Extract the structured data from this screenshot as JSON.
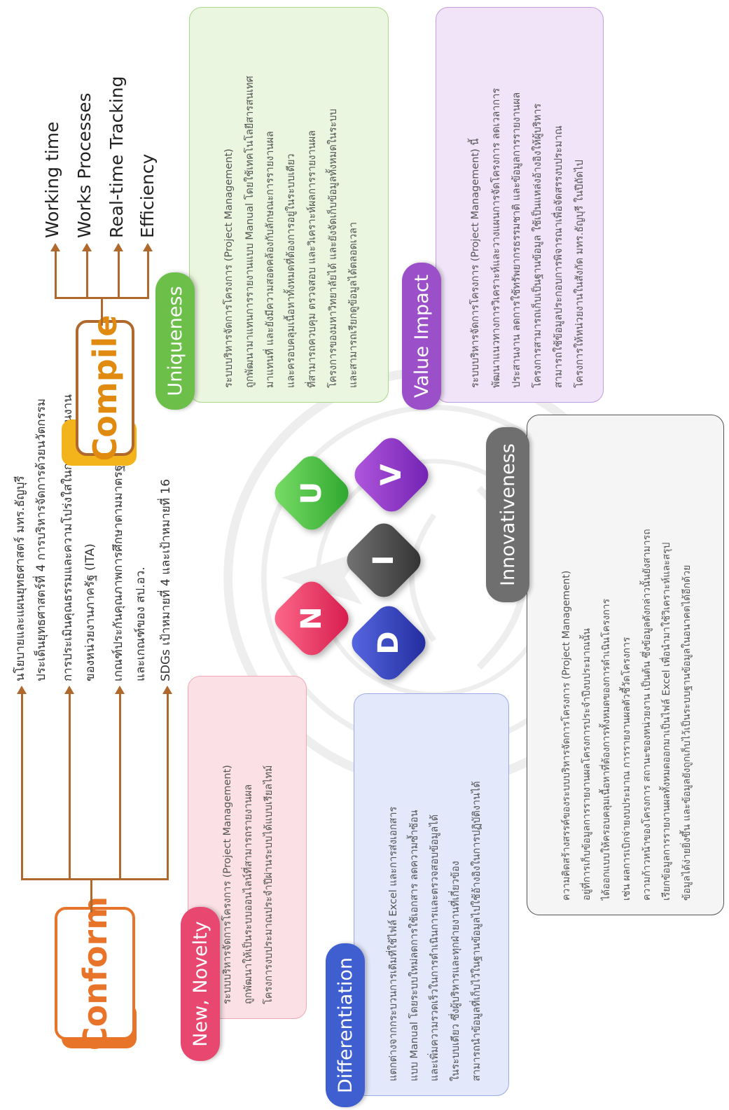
{
  "conform": {
    "title": "Conform",
    "items": [
      "นโยบายและแผนยุทธศาสตร์ มทร.ธัญบุรี",
      "ประเด็นยุทธศาสตร์ที่ 4 การบริหารจัดการด้วยนวัตกรรม",
      "การประเมินคุณธรรมและความโปร่งใสในการดำเนินงาน",
      "ของหน่วยงานภาครัฐ (ITA)",
      "เกณฑ์ประกันคุณภาพการศึกษาตามมาตรฐาน EdPEx",
      "และเกณฑ์ของ สป.อว.",
      "SDGs เป้าหมายที่ 4 และเป้าหมายที่ 16"
    ]
  },
  "compile": {
    "title": "Compile",
    "items": [
      "Working time",
      "Works Processes",
      "Real-time Tracking",
      "Efficiency"
    ]
  },
  "uniqueness": {
    "label": "Uniqueness",
    "lines": [
      "ระบบบริหารจัดการโครงการ (Project Management)",
      "ถูกพัฒนามาแทนการรายงานแบบ Manual โดยใช้เทคโนโลยีสารสนเทศ",
      "มาแทนที่ และยังมีความสอดคล้องกับลักษณะการรายงานผล",
      "และครอบคลุมเนื้อหาทั้งหมดที่ต้องการอยู่ในระบบเดียว",
      "ที่สามารถควบคุม ตรวจสอบ และวิเคราะห์ผลการรายงานผล",
      "โครงการของมหาวิทยาลัยได้ และยังจัดเก็บข้อมูลทั้งหมดในระบบ",
      "และสามารถเรียกดูข้อมูลได้ตลอดเวลา"
    ]
  },
  "value_impact": {
    "label": "Value Impact",
    "lines": [
      "ระบบบริหารจัดการโครงการ (Project Management) นี้",
      "พัฒนาแนวทางการวิเคราะห์และวางแผนการจัดโครงการ ลดเวลาการ",
      "ประสานงาน ลดการใช้ทรัพยากรธรรมชาติ และข้อมูลการรายงานผล",
      "โครงการสามารถเก็บเป็นฐานข้อมูล ใช้เป็นแหล่งอ้างอิงให้ผู้บริหาร",
      "สามารถใช้ข้อมูลประกอบการพิจารณาเพื่อจัดสรรงบประมาณ",
      "โครงการให้หน่วยงานในสังกัด มทร.ธัญบุรี ในปีถัดไป"
    ]
  },
  "novelty": {
    "label": "New, Novelty",
    "lines": [
      "ระบบบริหารจัดการโครงการ (Project Management)",
      "ถูกพัฒนาให้เป็นระบบออนไลน์ที่สามารถรายงานผล",
      "โครงการงบประมาณประจำปีผ่านระบบได้แบบเรียลไทม์"
    ]
  },
  "differentiation": {
    "label": "Differentiation",
    "lines": [
      "แตกต่างจากกระบวนการเดิมที่ใช้ไฟล์ Excel และการส่งเอกสาร",
      "แบบ Manual โดยระบบใหม่ลดการใช้เอกสาร ลดความซ้ำซ้อน",
      "และเพิ่มความรวดเร็วในการดำเนินการและตรวจสอบข้อมูลได้",
      "ในระบบเดียว ซึ่งผู้บริหารและทุกฝ่ายงานที่เกี่ยวข้อง",
      "สามารถนำข้อมูลที่เก็บไว้ในฐานข้อมูลไปใช้อ้างอิงในการปฏิบัติงานได้"
    ]
  },
  "innovativeness": {
    "label": "Innovativeness",
    "lines": [
      "ความคิดสร้างสรรค์ของระบบบริหารจัดการโครงการ (Project Management)",
      "อยู่ที่การเก็บข้อมูลการรายงานผลโครงการประจำปีงบประมาณนั้น",
      "ได้ออกแบบให้ครอบคลุมเนื้อหาที่ต้องการทั้งหมดของการดำเนินโครงการ",
      "เช่น ผลการเบิกจ่ายงบประมาณ การรายงานผลตัวชี้วัดโครงการ",
      "ความก้าวหน้าของโครงการ สถานะของหน่วยงาน เป็นต้น ซึ่งข้อมูลดังกล่าวนั้นยังสามารถ",
      "เรียกข้อมูลการรายงานผลทั้งหมดออกมาเป็นไฟล์ Excel เพื่อนำมาใช้วิเคราะห์และสรุป",
      "ข้อมูลได้ง่ายยิ่งขึ้น และข้อมูลยังถูกเก็บไว้เป็นระบบฐานข้อมูลในอนาคตได้อีกด้วย"
    ]
  },
  "tiles": {
    "n": "N",
    "u": "U",
    "d": "D",
    "i": "I",
    "v": "V"
  },
  "colors": {
    "conform": "#e8742a",
    "conform_text": "#e8742a",
    "compile": "#f3b41b",
    "compile_text": "#e08a10",
    "tree_line": "#b0692c",
    "uniqueness": "#6cc04a",
    "value_impact": "#9b4fc9",
    "novelty": "#e8486f",
    "differentiation": "#3f5fd0",
    "innovativeness": "#777777"
  }
}
